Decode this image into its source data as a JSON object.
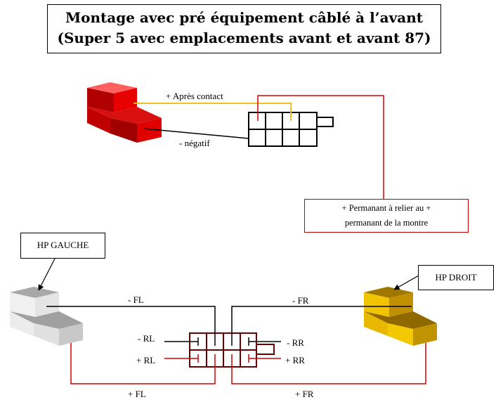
{
  "title": {
    "line1": "Montage avec pré équipement câblé à l’avant",
    "line2": "(Super 5 avec emplacements avant et avant 87)"
  },
  "note": {
    "line1": "+ Permanant à relier au +",
    "line2": "permanant de la montre"
  },
  "hp_left": "HP GAUCHE",
  "hp_right": "HP DROIT",
  "labels": {
    "apres_contact": "+ Après contact",
    "negatif": "- négatif",
    "minus_fl": "- FL",
    "minus_fr": "- FR",
    "minus_rl": "- RL",
    "plus_rl": "+ RL",
    "minus_rr": "- RR",
    "plus_rr": "+ RR",
    "plus_fl": "+ FL",
    "plus_fr": "+ FR"
  },
  "colors": {
    "red_wire": "#d00000",
    "yellow_wire": "#f0c020",
    "black_wire": "#000000",
    "connector_dark_red": "#6b0000",
    "power_block": "#e00000",
    "hp_left_block": "#d8d8d8",
    "hp_right_block": "#e8b800"
  }
}
